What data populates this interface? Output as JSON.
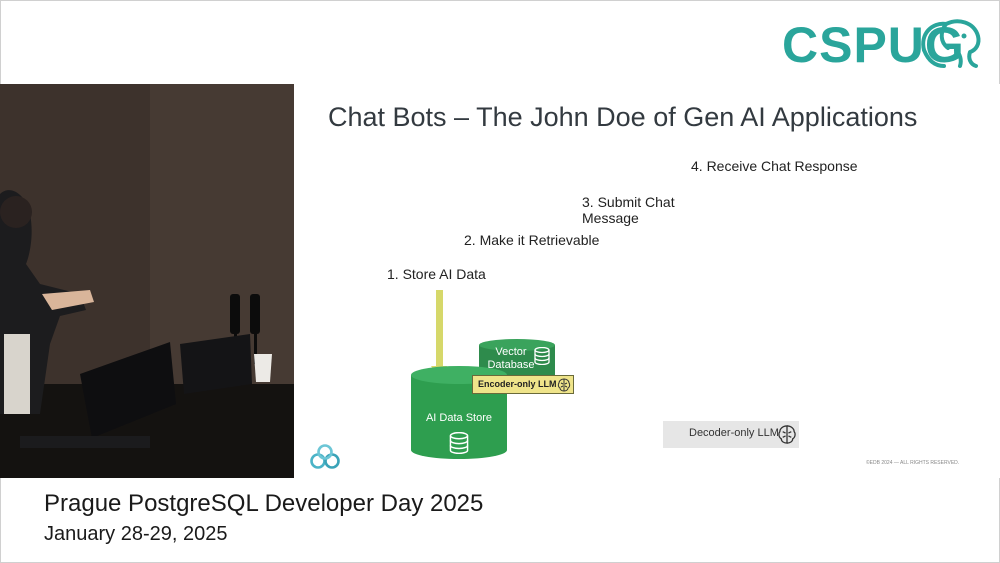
{
  "logo": {
    "text": "CSPUG",
    "icon": "elephant-icon",
    "color": "#2aa59b"
  },
  "slide": {
    "title": "Chat Bots – The John Doe of Gen AI Applications",
    "steps": [
      {
        "label": "1. Store AI Data"
      },
      {
        "label": "2. Make it Retrievable"
      },
      {
        "label_line1": "3. Submit Chat",
        "label_line2": "Message"
      },
      {
        "label": "4. Receive Chat Response"
      }
    ],
    "vector_db": {
      "line1": "Vector",
      "line2": "Database",
      "icon": "database-icon"
    },
    "data_store": {
      "label": "AI Data Store",
      "icon": "database-icon"
    },
    "encoder_llm": {
      "label": "Encoder-only LLM",
      "icon": "brain-icon"
    },
    "decoder_llm": {
      "label": "Decoder-only LLM",
      "icon": "brain-icon"
    },
    "copyright": "©EDB 2024 — ALL RIGHTS RESERVED.",
    "colors": {
      "green": "#2e9e4f",
      "arrow": "#d6d86a",
      "encoder_bg": "#efe48a",
      "decoder_bg": "#e6e6e6"
    }
  },
  "footer": {
    "title": "Prague PostgreSQL Developer Day 2025",
    "date": "January 28-29, 2025"
  }
}
